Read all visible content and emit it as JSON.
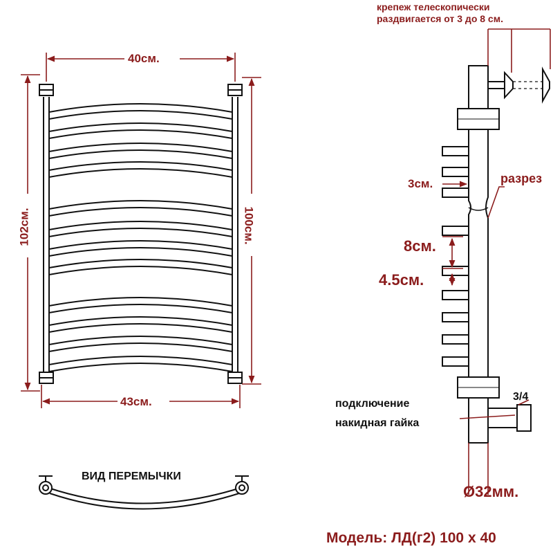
{
  "front_view": {
    "top_width": "40см.",
    "bottom_width": "43см.",
    "left_height": "102см.",
    "right_height": "100см."
  },
  "side_view": {
    "mount_label_line1": "крепеж телескопически",
    "mount_label_line2": "раздвигается от 3 до 8 см.",
    "rail_depth": "3см.",
    "cut_label": "разрез",
    "group_gap": "8см.",
    "rail_gap": "4.5см.",
    "thread": "3/4",
    "connection_line1": "подключение",
    "connection_line2": "накидная гайка",
    "diameter": "Ø32мм."
  },
  "jumper_view": {
    "label": "ВИД ПЕРЕМЫЧКИ"
  },
  "model": "Модель: ЛД(г2) 100 х 40",
  "colors": {
    "dimension": "#8b1c1c",
    "outline": "#111111"
  }
}
